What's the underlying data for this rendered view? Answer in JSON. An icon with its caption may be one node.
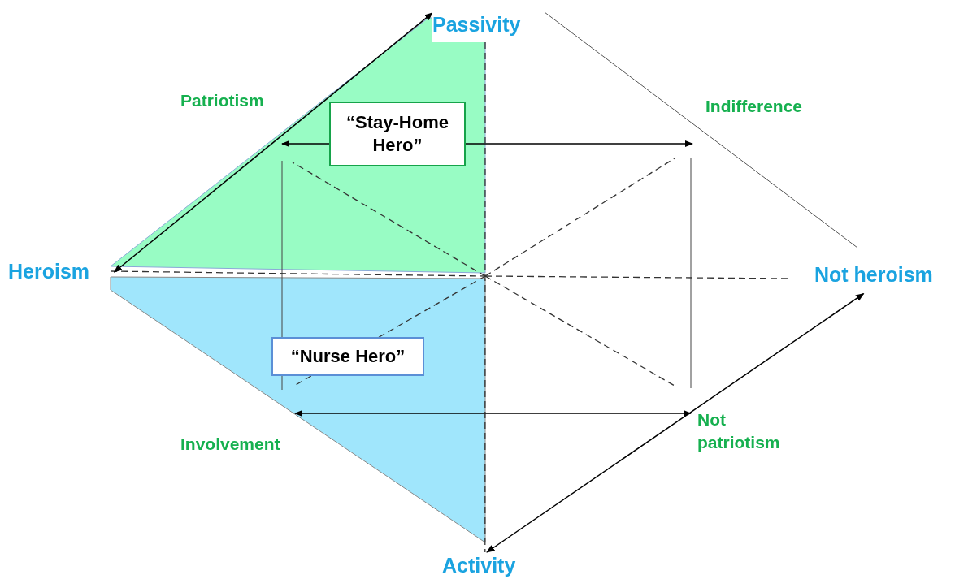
{
  "diagram": {
    "nodes": [
      {
        "text": [
          "Passivity"
        ]
      },
      {
        "text": [
          "Heroism"
        ]
      },
      {
        "text": [
          "Not heroism"
        ]
      },
      {
        "text": [
          "Activity"
        ]
      },
      {
        "text": [
          "“Stay-Home Hero”"
        ]
      },
      {
        "text": [
          "“Nurse Hero”"
        ]
      }
    ],
    "edges": [
      {
        "from": 1,
        "to": 0,
        "arrow": "both"
      },
      {
        "from": 3,
        "to": 2,
        "arrow": "both"
      },
      {
        "from": 4,
        "to": null,
        "arrow": "to"
      },
      {
        "from": 4,
        "to": null,
        "arrow": "to"
      },
      {
        "from": 0,
        "to": 3,
        "arrow": "none",
        "style": "dashed"
      }
    ],
    "labels": [
      "Patriotism",
      "Indifference",
      "Not patriotism",
      "Involvement"
    ]
  }
}
